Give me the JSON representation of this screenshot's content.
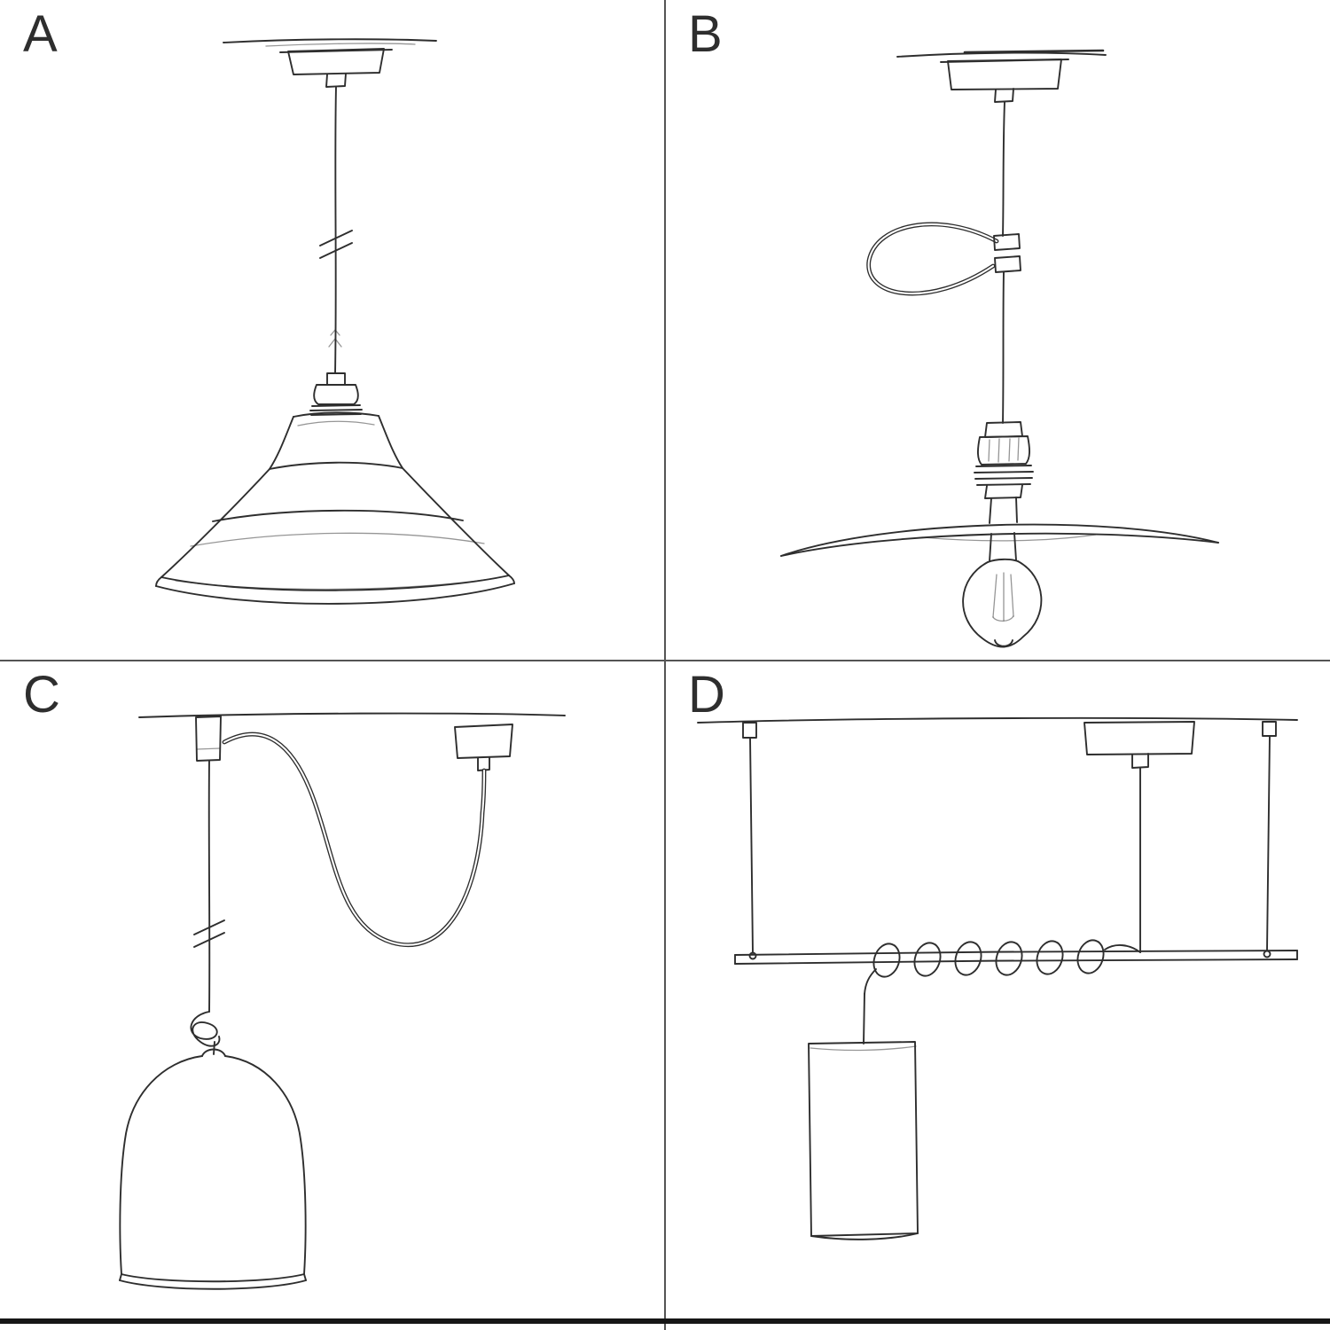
{
  "colors": {
    "ink": "#2e2e2e",
    "background": "#ffffff",
    "divider": "#555555",
    "footerbar": "#161616"
  },
  "panels": [
    {
      "label": "A",
      "sketch": "pendant-straight-drop-industrial-bistro-shade-sketch"
    },
    {
      "label": "B",
      "sketch": "pendant-cable-wire-clip-flat-dish-shade-edison-bulb-sketch"
    },
    {
      "label": "C",
      "sketch": "swag-pendant-hook-knotted-cable-bell-dome-shade-sketch"
    },
    {
      "label": "D",
      "sketch": "wire-suspended-bar-coiled-cable-rectangular-tube-pendant-sketch"
    }
  ]
}
